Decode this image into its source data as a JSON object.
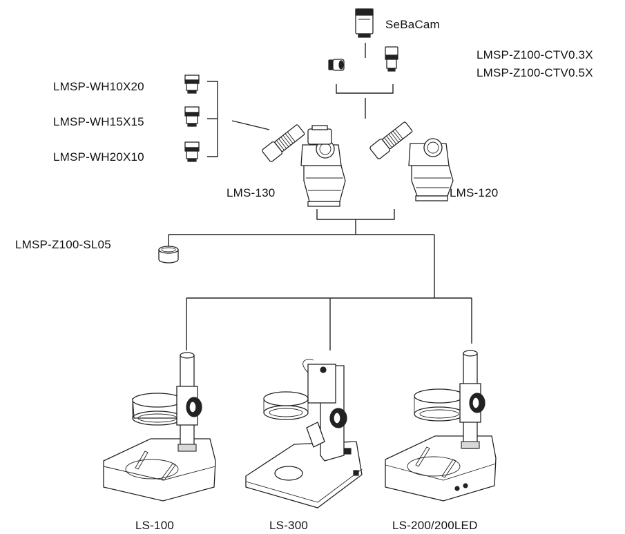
{
  "camera": {
    "label": "SeBaCam"
  },
  "adapters": {
    "labels": [
      "LMSP-Z100-CTV0.3X",
      "LMSP-Z100-CTV0.5X"
    ]
  },
  "eyepieces": {
    "labels": [
      "LMSP-WH10X20",
      "LMSP-WH15X15",
      "LMSP-WH20X10"
    ]
  },
  "heads": {
    "left_label": "LMS-130",
    "right_label": "LMS-120"
  },
  "auxiliary_lens": {
    "label": "LMSP-Z100-SL05"
  },
  "stands": {
    "labels": [
      "LS-100",
      "LS-300",
      "LS-200/200LED"
    ]
  }
}
